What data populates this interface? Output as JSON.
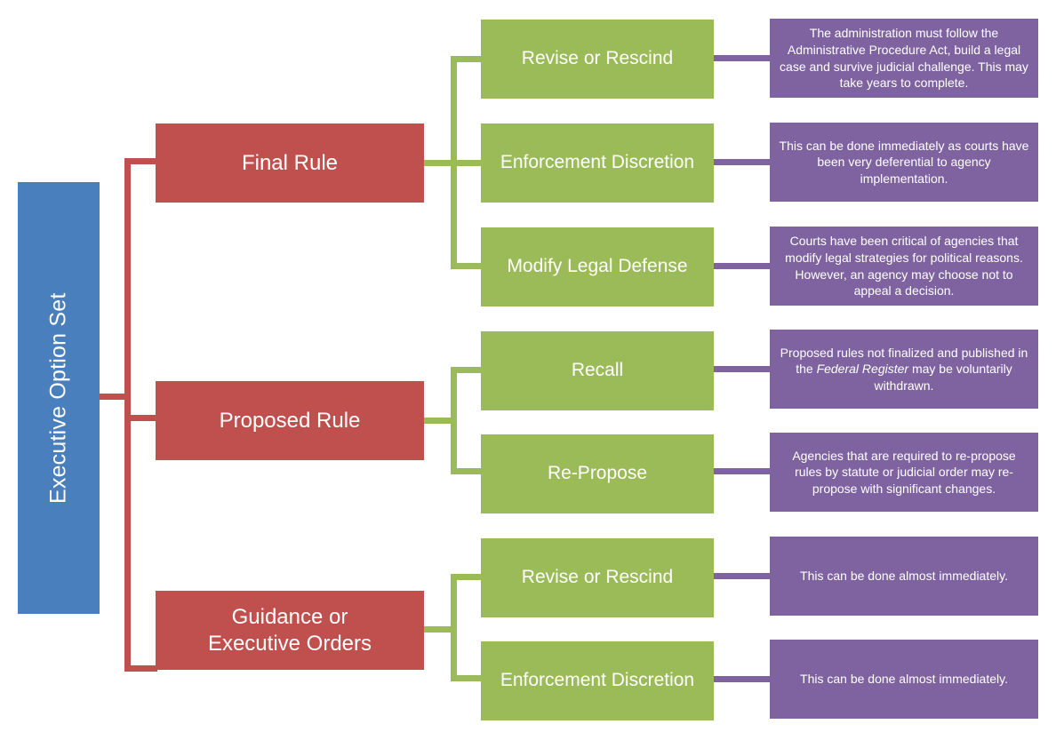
{
  "diagram": {
    "title": "Executive Option Set",
    "type": "hierarchy-tree",
    "colors": {
      "root": "#4a7fbd",
      "level1": "#c0504d",
      "level2": "#9bbb59",
      "note": "#7f63a1",
      "background": "#ffffff",
      "text": "#ffffff"
    },
    "root": {
      "label": "Executive Option Set"
    },
    "branches": [
      {
        "label": "Final Rule",
        "options": [
          {
            "label": "Revise or Rescind",
            "note_pre": "The administration must follow the Administrative Procedure Act, build a legal case and survive judicial challenge. This may take years to complete.",
            "note_italic": "",
            "note_post": ""
          },
          {
            "label": "Enforcement Discretion",
            "note_pre": "This can be done immediately as courts have been very deferential to agency implementation.",
            "note_italic": "",
            "note_post": ""
          },
          {
            "label": "Modify Legal Defense",
            "note_pre": "Courts have been critical of agencies that modify legal strategies for political reasons. However, an agency may choose not to appeal a decision.",
            "note_italic": "",
            "note_post": ""
          }
        ]
      },
      {
        "label": "Proposed Rule",
        "options": [
          {
            "label": "Recall",
            "note_pre": "Proposed rules not finalized and published in the ",
            "note_italic": "Federal Register",
            "note_post": " may be voluntarily withdrawn."
          },
          {
            "label": "Re-Propose",
            "note_pre": "Agencies that are required to re-propose rules by statute or judicial order may re-propose with significant changes.",
            "note_italic": "",
            "note_post": ""
          }
        ]
      },
      {
        "label": "Guidance or\nExecutive Orders",
        "label_line1": "Guidance or",
        "label_line2": "Executive Orders",
        "options": [
          {
            "label": "Revise or Rescind",
            "note_pre": "This can be done almost immediately.",
            "note_italic": "",
            "note_post": ""
          },
          {
            "label": "Enforcement Discretion",
            "note_pre": "This can be done almost immediately.",
            "note_italic": "",
            "note_post": ""
          }
        ]
      }
    ]
  }
}
